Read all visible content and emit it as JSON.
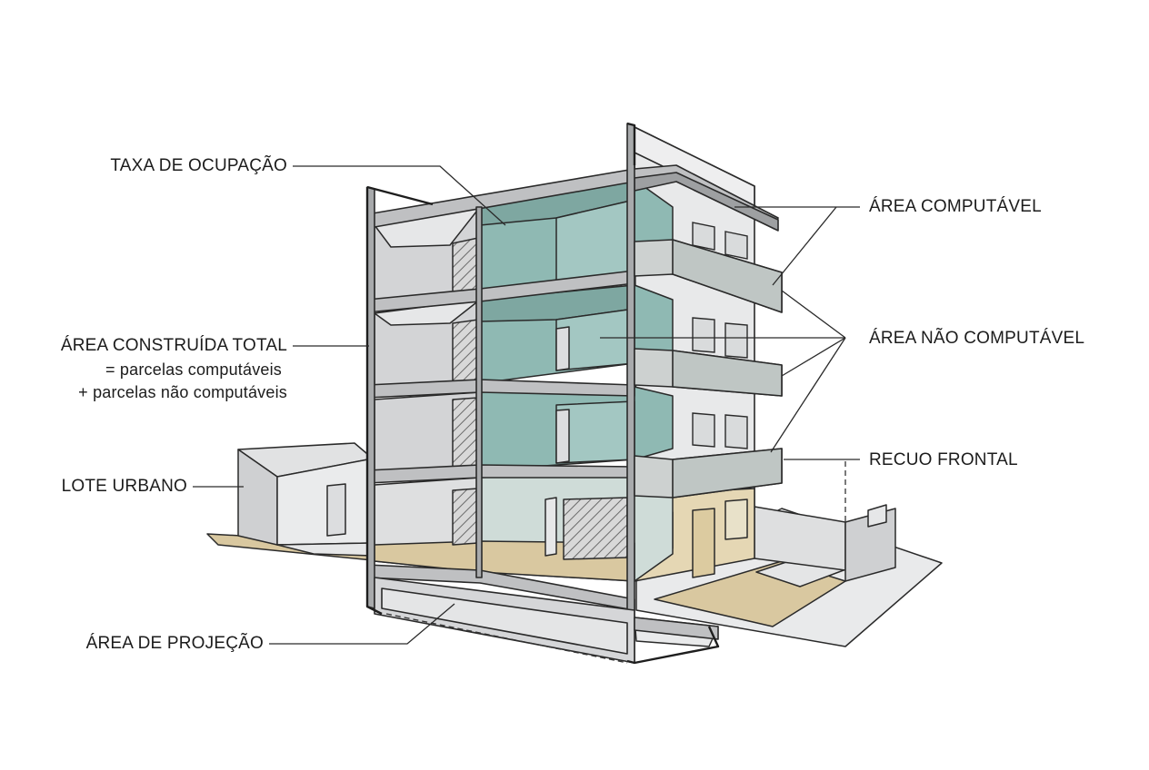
{
  "labels": {
    "taxa_ocupacao": "TAXA DE OCUPAÇÃO",
    "area_construida_total": "ÁREA CONSTRUÍDA TOTAL",
    "parcelas_computaveis": "= parcelas computáveis",
    "parcelas_nao_computaveis": "+ parcelas não computáveis",
    "lote_urbano": "LOTE URBANO",
    "area_projecao": "ÁREA DE PROJEÇÃO",
    "area_computavel": "ÁREA COMPUTÁVEL",
    "area_nao_computavel": "ÁREA NÃO COMPUTÁVEL",
    "recuo_frontal": "RECUO FRONTAL"
  },
  "colors": {
    "line": "#2a2a2a",
    "glass": "#8fb9b3",
    "concrete": "#d9dadb",
    "wall": "#e4e5e6",
    "sand": "#d9c8a0",
    "facade_warm": "#e5d7b4"
  }
}
